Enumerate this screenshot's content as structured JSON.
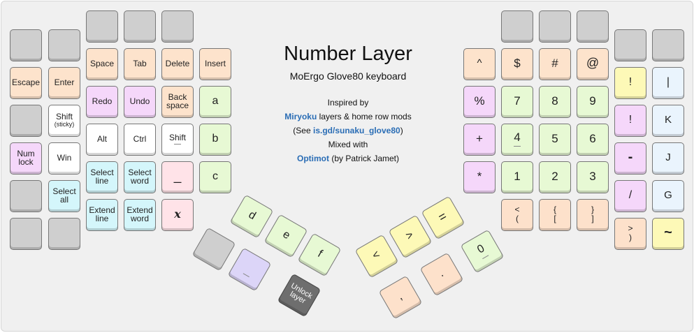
{
  "title": "Number Layer",
  "subtitle": "MoErgo Glove80 keyboard",
  "credits": {
    "inspired": "Inspired by",
    "miryoku_link": "Miryoku",
    "miryoku_rest": " layers & home row mods",
    "see_prefix": "(See ",
    "see_link": "is.gd/sunaku_glove80",
    "see_suffix": ")",
    "mixed": "Mixed with",
    "optimot_link": "Optimot",
    "optimot_rest": " (by Patrick Jamet)"
  },
  "left_keys": {
    "escape": "Escape",
    "enter": "Enter",
    "shift_sticky": "Shift",
    "shift_sticky_sub": "(sticky)",
    "num_lock_1": "Num",
    "num_lock_2": "lock",
    "win": "Win",
    "select_all_1": "Select",
    "select_all_2": "all",
    "space": "Space",
    "tab": "Tab",
    "delete": "Delete",
    "insert": "Insert",
    "redo": "Redo",
    "undo": "Undo",
    "backspace_1": "Back",
    "backspace_2": "space",
    "a": "a",
    "alt": "Alt",
    "ctrl": "Ctrl",
    "shift": "Shift",
    "b": "b",
    "select_line_1": "Select",
    "select_line_2": "line",
    "select_word_1": "Select",
    "select_word_2": "word",
    "underscore": "_",
    "c": "c",
    "extend_line_1": "Extend",
    "extend_line_2": "line",
    "extend_word_1": "Extend",
    "extend_word_2": "word",
    "x": "x"
  },
  "left_thumb": {
    "d": "d",
    "e": "e",
    "f": "f",
    "unlock_1": "Unlock",
    "unlock_2": "layer"
  },
  "right_keys": {
    "caret": "^",
    "dollar": "$",
    "hash": "#",
    "at": "@",
    "percent": "%",
    "seven": "7",
    "eight": "8",
    "nine": "9",
    "plus": "+",
    "four": "4",
    "five": "5",
    "six": "6",
    "star": "*",
    "one": "1",
    "two": "2",
    "three": "3",
    "paren_shift": "<",
    "paren": "(",
    "bracket_shift": "{",
    "bracket": "[",
    "rbracket_shift": "}",
    "rbracket": "]",
    "excl1": "!",
    "pipe": "|",
    "excl2": "!",
    "k": "K",
    "minus": "-",
    "j": "J",
    "slash": "/",
    "g": "G",
    "rparen_shift": ">",
    "rparen": ")",
    "tilde": "~"
  },
  "right_thumb": {
    "lt": "<",
    "gt": ">",
    "eq": "=",
    "comma": ",",
    "dot": ".",
    "zero": "0"
  },
  "colors": {
    "gray": "#cfcfcf",
    "orange": "#fde3cc",
    "purple": "#f5d7fa",
    "white": "#ffffff",
    "cyan": "#d4f6fb",
    "pink": "#ffe3e8",
    "green": "#e7f9d4",
    "yellow": "#fdf9b7",
    "blue": "#eaf4fd",
    "lavender": "#dcd5f8",
    "dark": "#6e6e6e",
    "link": "#2a6db5"
  }
}
